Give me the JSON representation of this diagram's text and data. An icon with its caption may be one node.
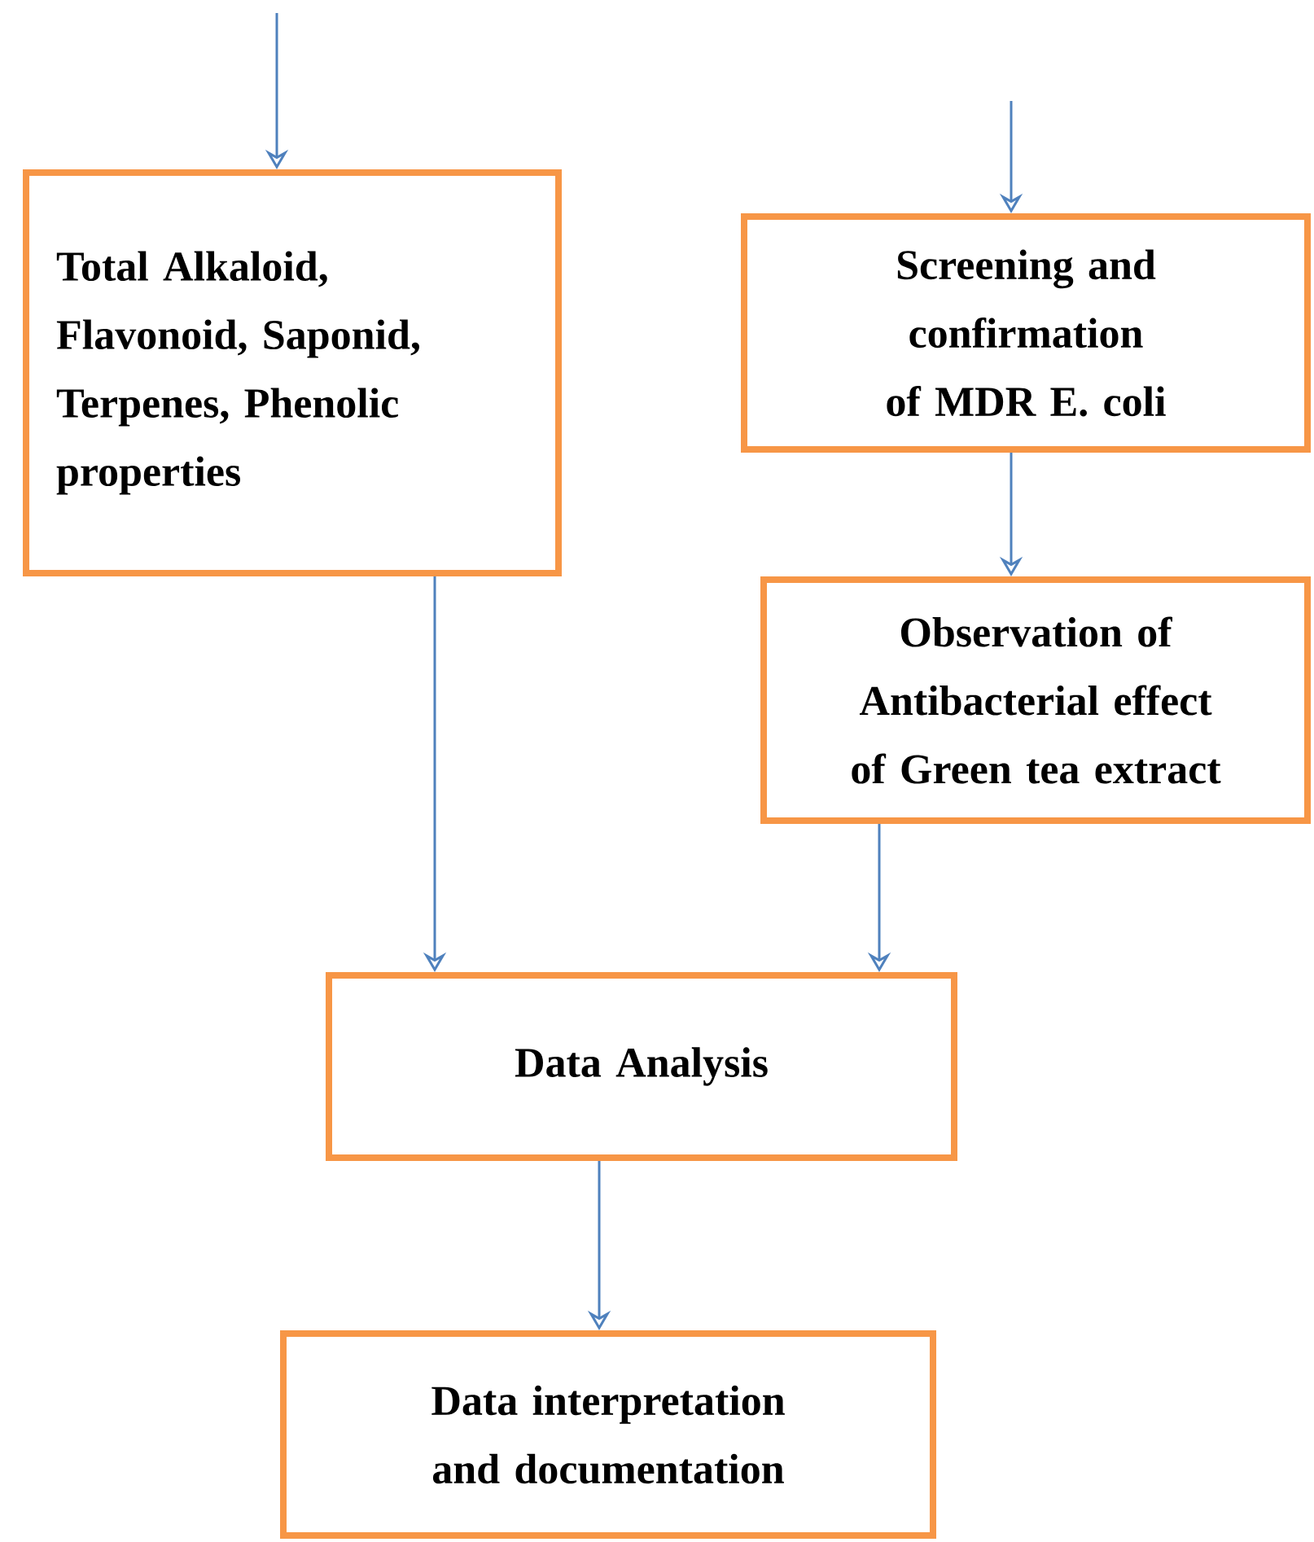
{
  "diagram": {
    "nodes": [
      {
        "text": [
          "Total Alkaloid, Flavonoid, Saponid, Terpenes, Phenolic properties"
        ]
      },
      {
        "text": [
          "Screening and confirmation of MDR E. coli"
        ]
      },
      {
        "text": [
          "Observation of Antibacterial effect of Green tea extract"
        ]
      },
      {
        "text": [
          "Data Analysis"
        ]
      },
      {
        "text": [
          "Data interpretation and documentation"
        ]
      }
    ],
    "edges": [
      {
        "from": null,
        "to": 0,
        "arrow": "to"
      },
      {
        "from": null,
        "to": 1,
        "arrow": "to"
      },
      {
        "from": 1,
        "to": 2,
        "arrow": "to"
      },
      {
        "from": 0,
        "to": 3,
        "arrow": "to"
      },
      {
        "from": 2,
        "to": 3,
        "arrow": "to"
      },
      {
        "from": 3,
        "to": 4,
        "arrow": "to"
      }
    ]
  }
}
